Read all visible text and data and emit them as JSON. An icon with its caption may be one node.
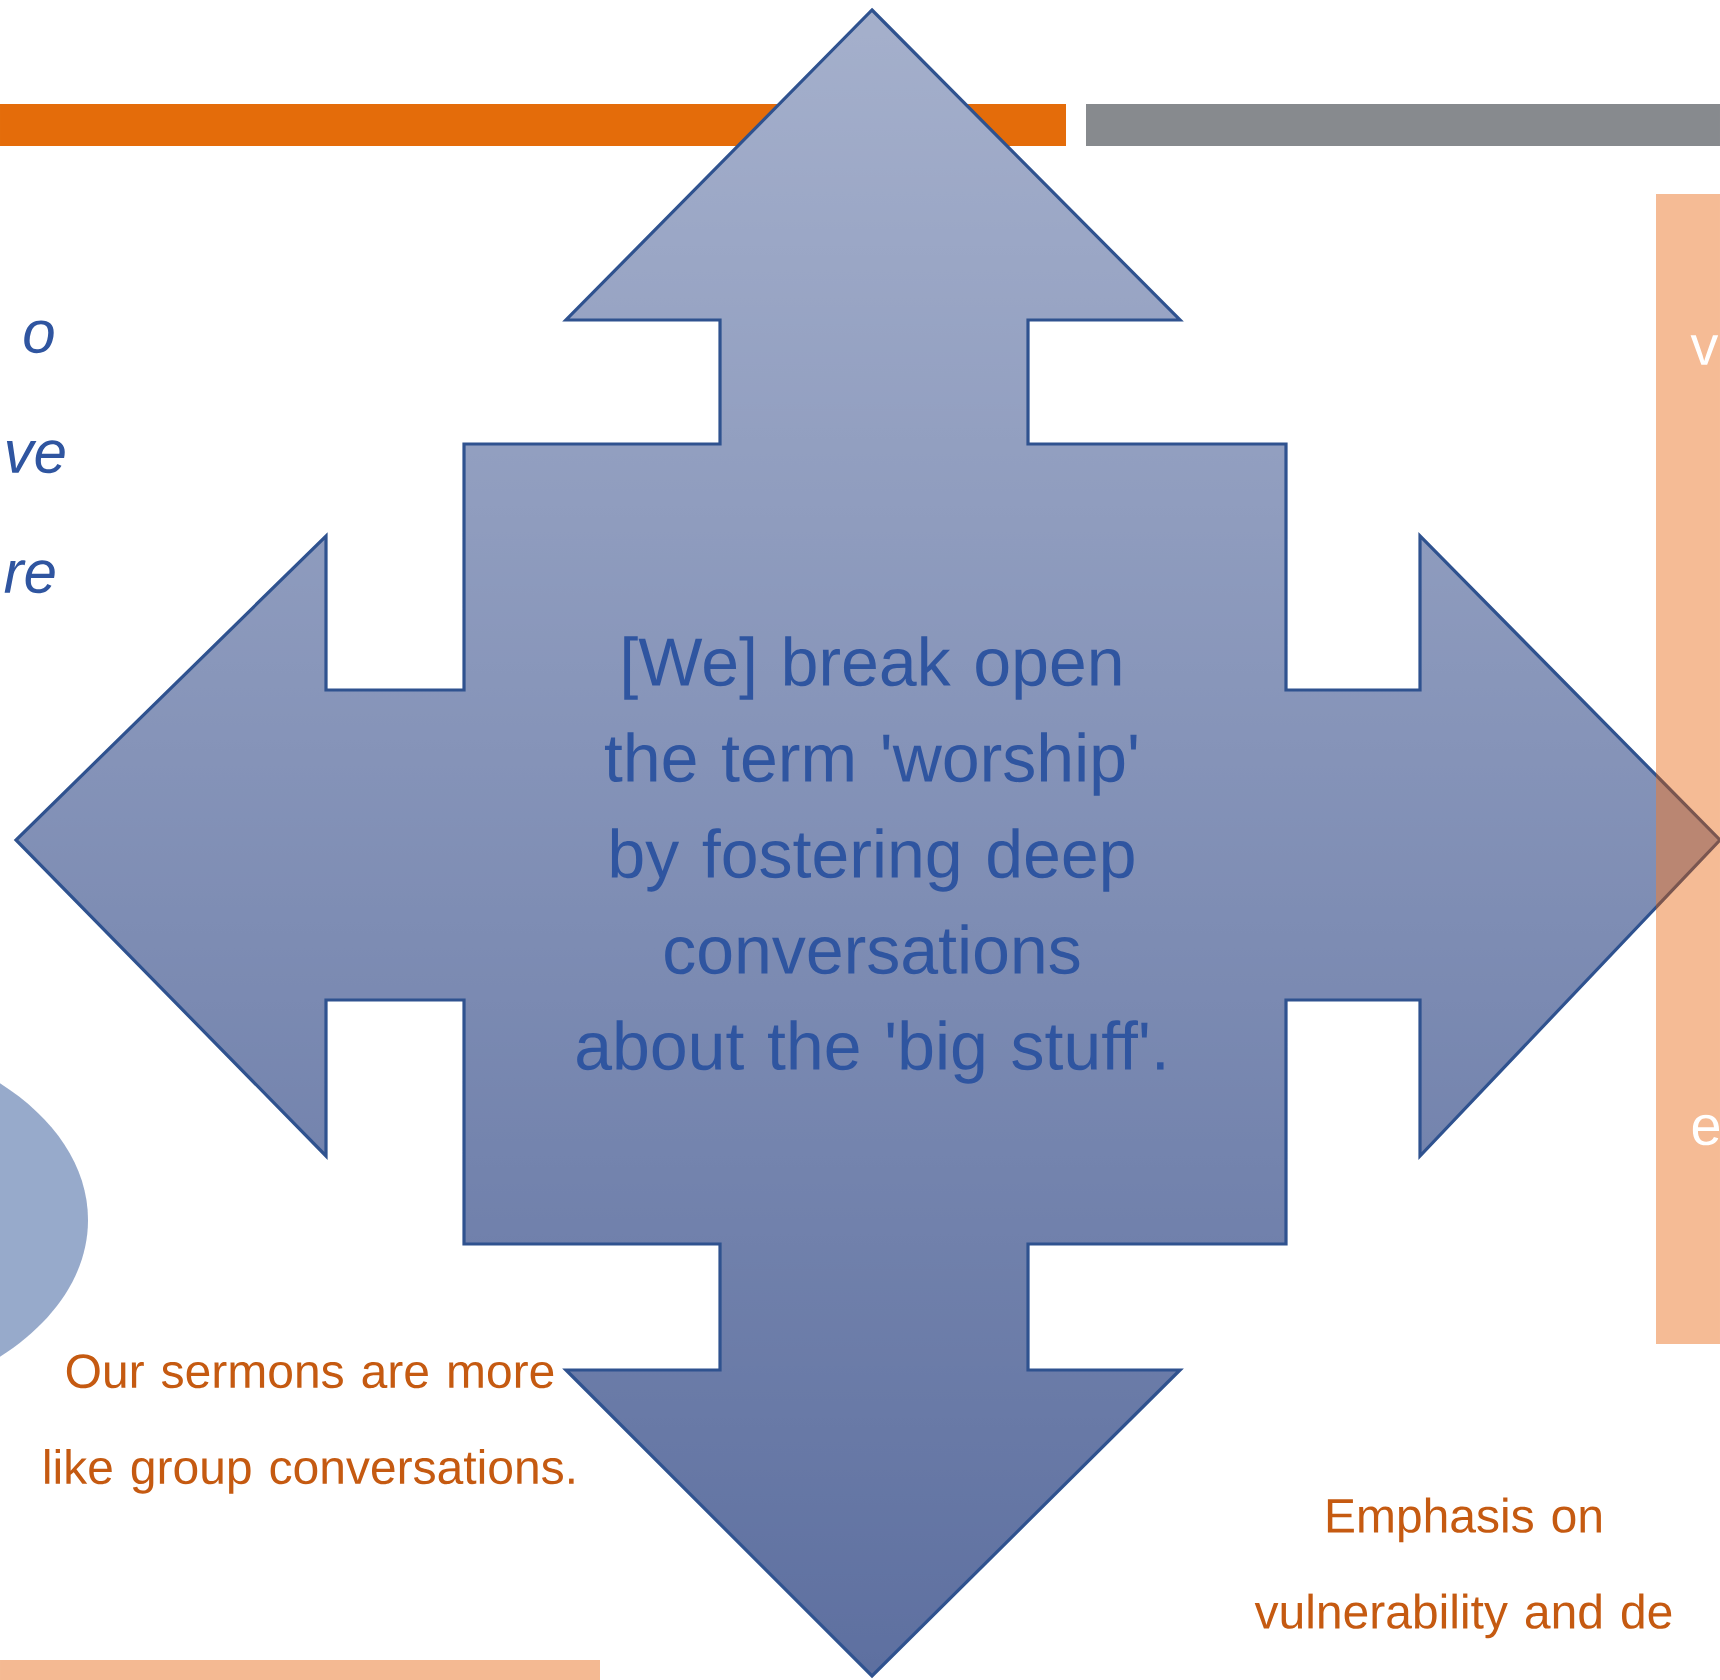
{
  "diagram": {
    "nodes": [
      {
        "text": [
          "[We] break open the term 'worship' by fostering deep conversations about the 'big stuff'."
        ]
      },
      {
        "text": [
          "v",
          "e"
        ]
      },
      {
        "text": [],
        "shape": "circle"
      }
    ],
    "labels": [
      "o ve re",
      "Our sermons are more like group conversations.",
      "Emphasis on vulnerability and de"
    ]
  }
}
